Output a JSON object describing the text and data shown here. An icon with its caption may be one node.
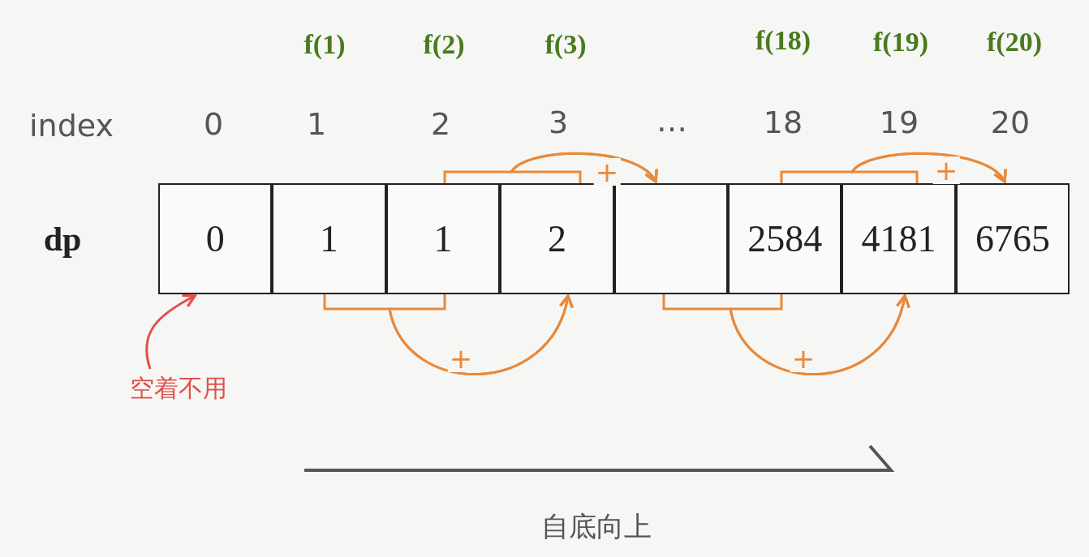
{
  "diagram": {
    "nodes": [
      {
        "text": [
          "0"
        ]
      },
      {
        "text": [
          "1"
        ]
      },
      {
        "text": [
          "1"
        ]
      },
      {
        "text": [
          "2"
        ]
      },
      {
        "text": [],
        "shape": "box"
      },
      {
        "text": [
          "2584"
        ]
      },
      {
        "text": [
          "4181"
        ]
      },
      {
        "text": [
          "6765"
        ]
      },
      {
        "text": [
          "空着不用"
        ]
      }
    ],
    "edges": [
      {
        "from": 1,
        "to": 3,
        "arrow": "to",
        "label": "+"
      },
      {
        "from": 2,
        "to": 3,
        "arrow": "to"
      },
      {
        "from": 2,
        "to": 4,
        "arrow": "to",
        "label": "+"
      },
      {
        "from": 3,
        "to": 4,
        "arrow": "to"
      },
      {
        "from": 4,
        "to": 6,
        "arrow": "to",
        "label": "+"
      },
      {
        "from": 5,
        "to": 6,
        "arrow": "to"
      },
      {
        "from": 5,
        "to": 7,
        "arrow": "to",
        "label": "+"
      },
      {
        "from": 6,
        "to": 7,
        "arrow": "to"
      },
      {
        "from": 8,
        "to": 0,
        "arrow": "to",
        "color": "#e0504a"
      }
    ],
    "labels": [
      "f(1)",
      "f(2)",
      "f(3)",
      "f(18)",
      "f(19)",
      "f(20)",
      "index",
      "0",
      "1",
      "2",
      "3",
      "…",
      "18",
      "19",
      "20",
      "dp",
      "自底向上"
    ]
  }
}
